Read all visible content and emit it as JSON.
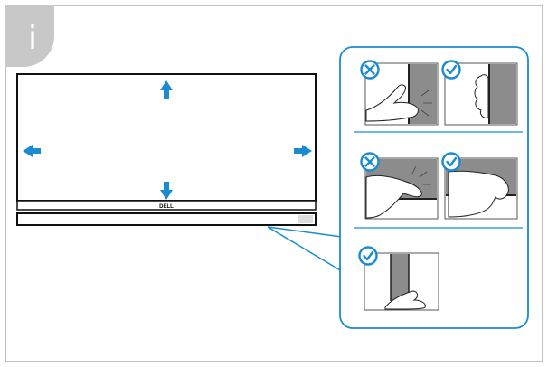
{
  "info_badge": {
    "symbol": "i",
    "color": "#c8c8c8"
  },
  "monitor": {
    "brand_logo": "DELL",
    "arrow_color": "#1a8bd1",
    "arrows": [
      "arrow-up-icon",
      "arrow-left-icon",
      "arrow-right-icon",
      "arrow-down-icon"
    ]
  },
  "callout": {
    "border_color": "#1a8bd1",
    "panels": [
      {
        "name": "panel-wrong-touch-screen-edge",
        "status": "incorrect",
        "status_icon": "x-circle-icon"
      },
      {
        "name": "panel-correct-hold-bezel",
        "status": "correct",
        "status_icon": "check-circle-icon"
      },
      {
        "name": "panel-wrong-press-screen-top",
        "status": "incorrect",
        "status_icon": "x-circle-icon"
      },
      {
        "name": "panel-correct-hold-top-bezel",
        "status": "correct",
        "status_icon": "check-circle-icon"
      },
      {
        "name": "panel-correct-hold-stand",
        "status": "correct",
        "status_icon": "check-circle-icon"
      }
    ]
  },
  "colors": {
    "frame": "#9a9a9a",
    "panel_gray": "#8c8c8c",
    "ink": "#111111"
  }
}
